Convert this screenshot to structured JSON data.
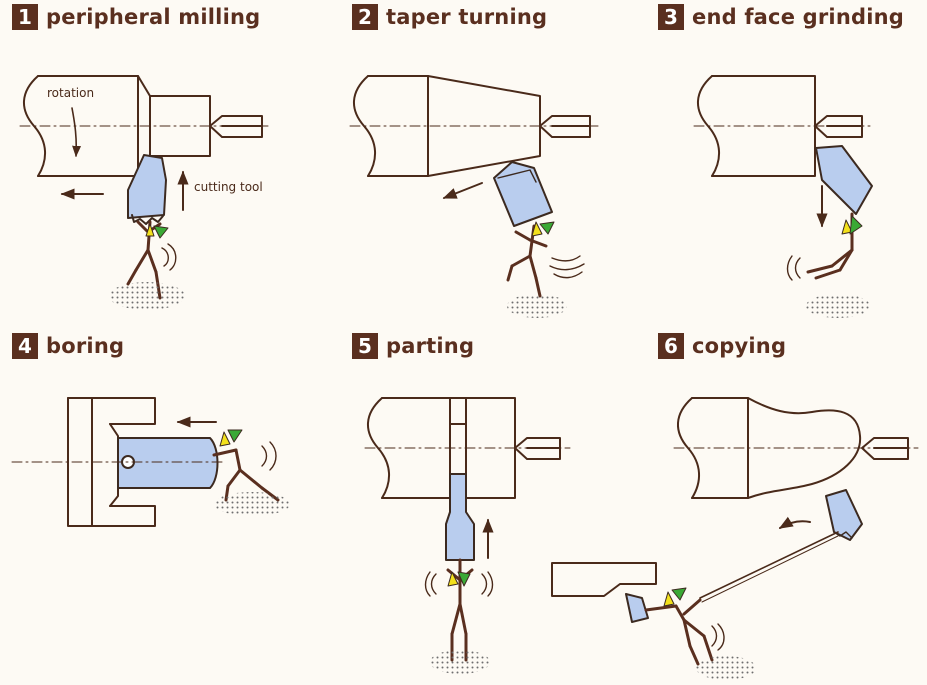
{
  "colors": {
    "brown": "#5a2f1f",
    "line": "#4a2a1a",
    "tool_fill": "#b9cdee",
    "tool_stroke": "#3c2a20",
    "leaf_yellow": "#f3e11c",
    "leaf_green": "#3aa935",
    "background": "#fdfaf4",
    "dots": "#6e6e6e"
  },
  "panels": [
    {
      "number": "1",
      "title": "peripheral milling"
    },
    {
      "number": "2",
      "title": "taper turning"
    },
    {
      "number": "3",
      "title": "end face grinding"
    },
    {
      "number": "4",
      "title": "boring"
    },
    {
      "number": "5",
      "title": "parting"
    },
    {
      "number": "6",
      "title": "copying"
    }
  ],
  "annotations": {
    "rotation": "rotation",
    "cutting_tool": "cutting tool"
  }
}
